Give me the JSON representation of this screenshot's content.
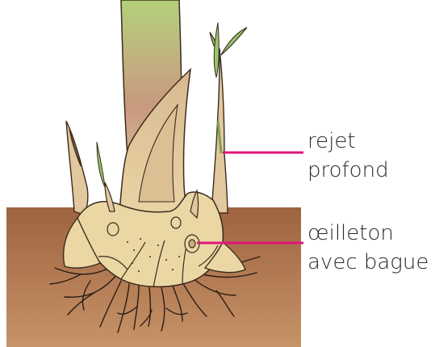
{
  "colors": {
    "soil": "#a76a44",
    "soil_light": "#c08a63",
    "stem_green": "#b6cf7a",
    "stem_pink": "#c9a083",
    "bulb": "#ead7a4",
    "sheath": "#e2c89e",
    "leaf_green": "#94c76a",
    "outline": "#3b2b1e",
    "leader": "#e0147c"
  },
  "labels": {
    "rejet_line1": "rejet",
    "rejet_line2": "profond",
    "oeilleton_line1": "œilleton",
    "oeilleton_line2": "avec bague"
  }
}
